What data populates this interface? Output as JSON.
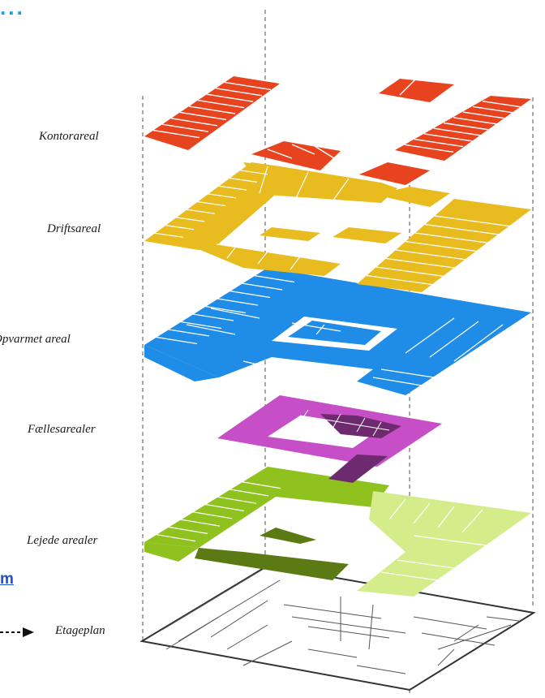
{
  "fragments": {
    "top": "...",
    "link": "m"
  },
  "layers": [
    {
      "id": "kontor",
      "label": "Kontorareal",
      "color": "#e8431f",
      "dark": "#b83214"
    },
    {
      "id": "drift",
      "label": "Driftsareal",
      "color": "#e8bb1f",
      "dark": "#c99c10"
    },
    {
      "id": "opvarm",
      "label": "Opvarmet areal",
      "color": "#1f8ce8",
      "dark": "#1468b8"
    },
    {
      "id": "faelles",
      "label": "Fællesarealer",
      "color": "#c64fc8",
      "dark": "#6e2a6e"
    },
    {
      "id": "lejede",
      "label": "Lejede arealer",
      "color": "#8fc21f",
      "dark": "#5c7a14",
      "light": "#d4ec8a"
    },
    {
      "id": "etage",
      "label": "Etageplan",
      "color": "#ffffff",
      "dark": "#444444"
    }
  ]
}
